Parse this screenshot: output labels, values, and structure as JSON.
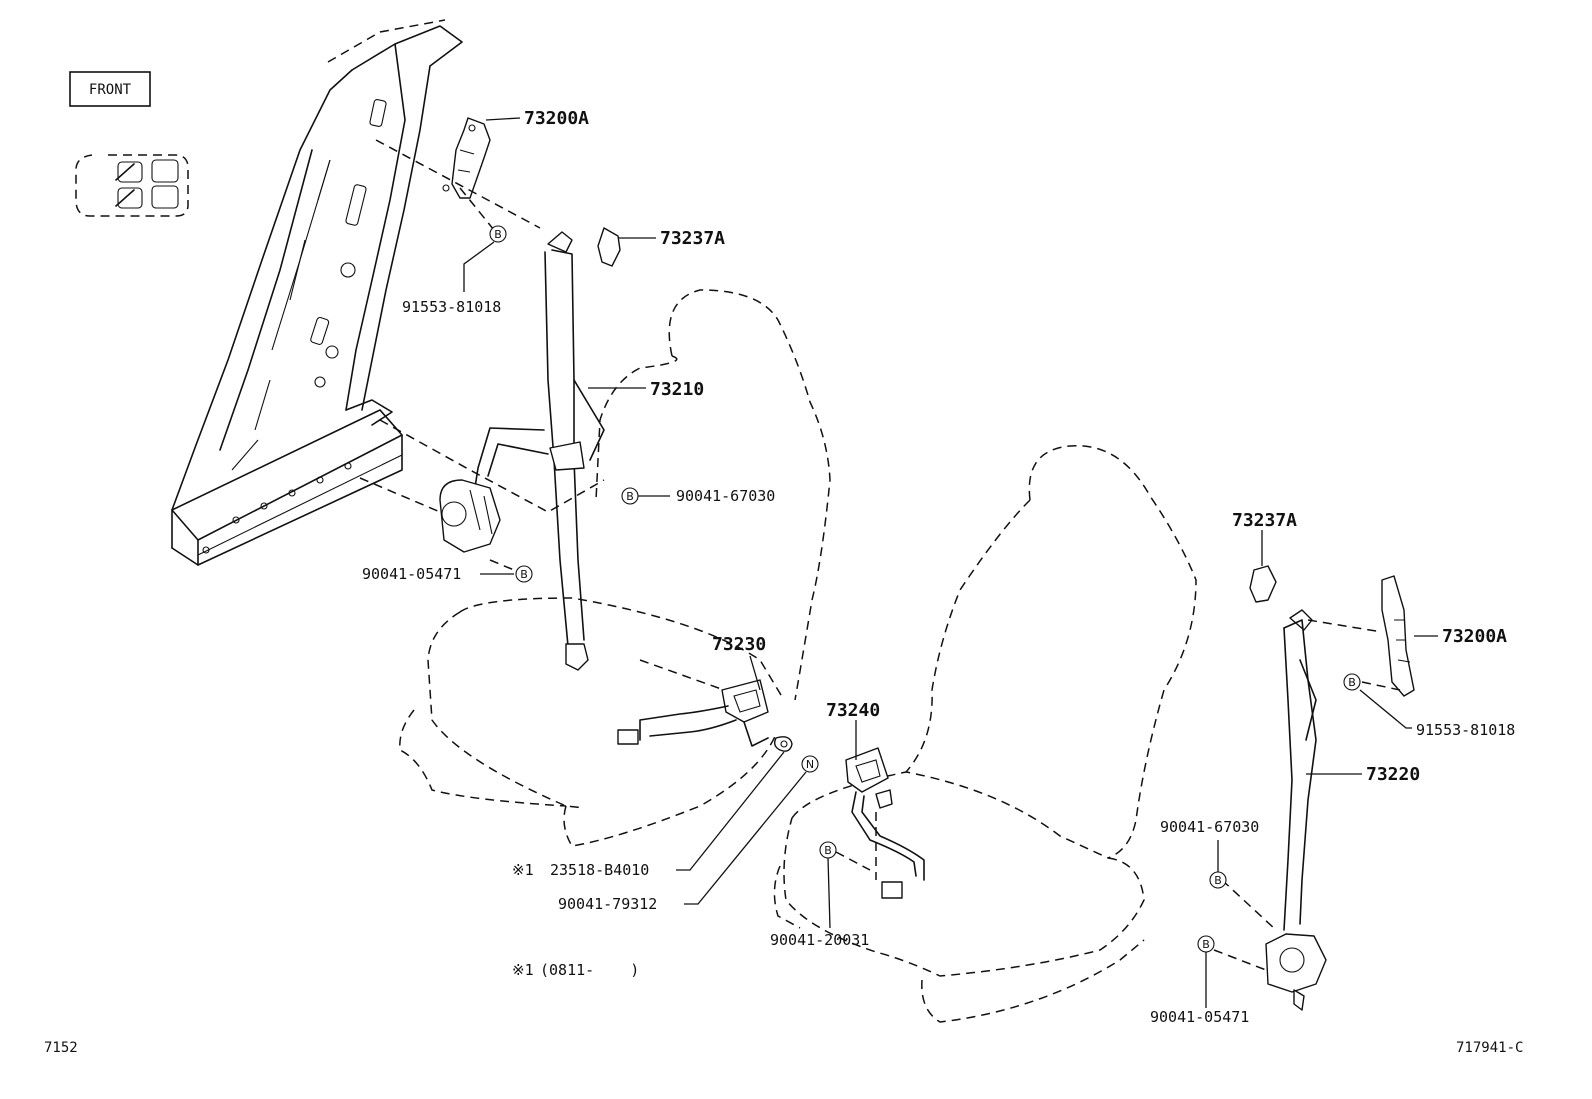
{
  "front_label": "FRONT",
  "page_code": "7152",
  "diagram_code": "717941-C",
  "footnote": {
    "mark": "※1",
    "text": "(0811-    )"
  },
  "markers": {
    "bolt": "B",
    "nut": "N"
  },
  "labels": {
    "p73200a_left": "73200A",
    "p73237a_left": "73237A",
    "p91553_left": "91553-81018",
    "p73210": "73210",
    "p90041_67030_left": "90041-67030",
    "p90041_05471_left": "90041-05471",
    "p73230": "73230",
    "p73240": "73240",
    "p23518_mark": "※1",
    "p23518": "23518-B4010",
    "p90041_79312": "90041-79312",
    "p90041_20031": "90041-20031",
    "p73237a_right": "73237A",
    "p73200a_right": "73200A",
    "p91553_right": "91553-81018",
    "p73220": "73220",
    "p90041_67030_right": "90041-67030",
    "p90041_05471_right": "90041-05471"
  }
}
